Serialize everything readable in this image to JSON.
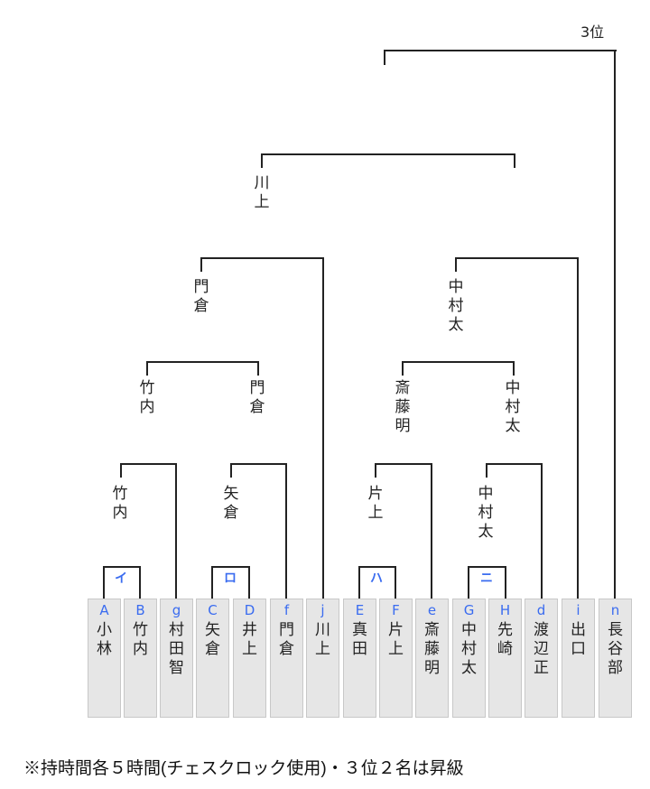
{
  "third_place_label": "3位",
  "players": [
    {
      "code": "A",
      "name": "小林"
    },
    {
      "code": "B",
      "name": "竹内"
    },
    {
      "code": "g",
      "name": "村田智"
    },
    {
      "code": "C",
      "name": "矢倉"
    },
    {
      "code": "D",
      "name": "井上"
    },
    {
      "code": "f",
      "name": "門倉"
    },
    {
      "code": "j",
      "name": "川上"
    },
    {
      "code": "E",
      "name": "真田"
    },
    {
      "code": "F",
      "name": "片上"
    },
    {
      "code": "e",
      "name": "斎藤明"
    },
    {
      "code": "G",
      "name": "中村太"
    },
    {
      "code": "H",
      "name": "先崎"
    },
    {
      "code": "d",
      "name": "渡辺正"
    },
    {
      "code": "i",
      "name": "出口"
    },
    {
      "code": "n",
      "name": "長谷部"
    }
  ],
  "first_round_labels": [
    "イ",
    "ロ",
    "ハ",
    "ニ"
  ],
  "round2_winners": [
    "竹内",
    "矢倉",
    "片上",
    "中村太"
  ],
  "round3_winners": [
    "竹内",
    "門倉",
    "斎藤明",
    "中村太"
  ],
  "round4_winners": [
    "門倉",
    "中村太"
  ],
  "round5_winner": "川上",
  "footnote": "※持時間各５時間(チェスクロック使用)・３位２名は昇級"
}
